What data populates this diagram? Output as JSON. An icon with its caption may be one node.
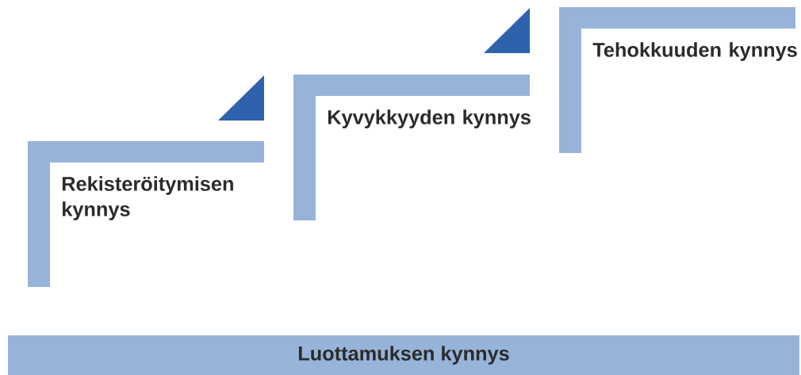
{
  "diagram": {
    "nodes": [
      {
        "text": [
          "Rekisteröitymisen kynnys"
        ]
      },
      {
        "text": [
          "Kyvykkyyden kynnys"
        ]
      },
      {
        "text": [
          "Tehokkuuden kynnys"
        ]
      },
      {
        "text": [
          "Luottamuksen kynnys"
        ]
      }
    ],
    "edges": []
  }
}
